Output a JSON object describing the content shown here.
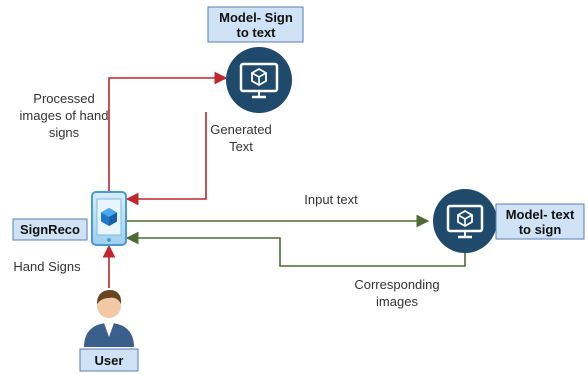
{
  "nodes": {
    "model_sign_to_text": [
      "Model- Sign",
      "to text"
    ],
    "model_text_to_sign": [
      "Model- text",
      "to sign"
    ],
    "app": "SignReco",
    "user": "User"
  },
  "edges": {
    "processed_images": [
      "Processed",
      "images of hand",
      "signs"
    ],
    "generated_text": [
      "Generated",
      "Text"
    ],
    "input_text": "Input text",
    "corresponding_images": [
      "Corresponding",
      "images"
    ],
    "hand_signs": "Hand Signs"
  },
  "colors": {
    "red_flow": "#c0262d",
    "green_flow": "#4e6b35",
    "model_circle": "#1f4a6b",
    "box_fill": "#cfe2f6"
  },
  "icons": {
    "model": "monitor-cube-icon",
    "app": "tablet-cube-icon",
    "user": "person-avatar-icon"
  }
}
